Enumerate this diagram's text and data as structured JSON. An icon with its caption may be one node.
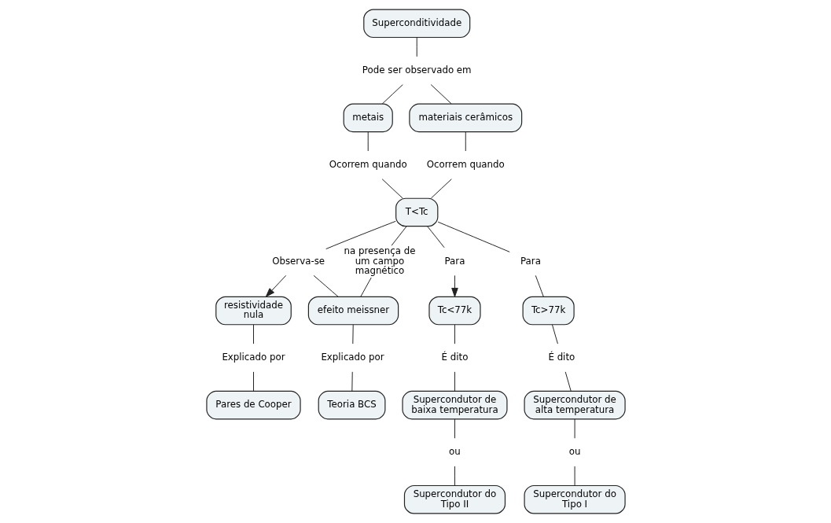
{
  "diagram": {
    "nodes": [
      {
        "text": [
          "Superconditividade"
        ]
      },
      {
        "text": [
          "Pode ser observado em"
        ]
      },
      {
        "text": [
          "metais"
        ]
      },
      {
        "text": [
          "materiais cerâmicos"
        ]
      },
      {
        "text": [
          "Ocorrem quando"
        ]
      },
      {
        "text": [
          "Ocorrem quando"
        ]
      },
      {
        "text": [
          "resistividade nula"
        ]
      },
      {
        "text": [
          "Observa-se"
        ]
      },
      {
        "text": [
          "T<Tc"
        ]
      },
      {
        "text": [
          "Para"
        ]
      },
      {
        "text": [
          "Tc<77k"
        ]
      },
      {
        "text": [
          "na presença de um campo magnético"
        ]
      },
      {
        "text": [
          "Para"
        ]
      },
      {
        "text": [
          "Tc>77k"
        ]
      },
      {
        "text": [
          "Explicado por"
        ]
      },
      {
        "text": [
          "É dito"
        ]
      },
      {
        "text": [
          "efeito meissner"
        ]
      },
      {
        "text": [
          "É dito"
        ]
      },
      {
        "text": [
          "Supercondutor de alta temperatura"
        ]
      },
      {
        "text": [
          "Supercondutor de baixa temperatura"
        ]
      },
      {
        "text": [
          "Explicado por"
        ]
      },
      {
        "text": [
          "ou"
        ]
      },
      {
        "text": [
          "ou"
        ]
      },
      {
        "text": [
          "Pares de Cooper"
        ]
      },
      {
        "text": [
          "Teoria BCS"
        ]
      },
      {
        "text": [
          "Supercondutor do Tipo I"
        ]
      },
      {
        "text": [
          "Supercondutor do Tipo II"
        ]
      }
    ],
    "edges": [
      {
        "from": 0,
        "to": 1,
        "arrow": "none"
      },
      {
        "from": 1,
        "to": 2,
        "arrow": "none"
      },
      {
        "from": 1,
        "to": 3,
        "arrow": "none"
      },
      {
        "from": 2,
        "to": 4,
        "arrow": "none"
      },
      {
        "from": 3,
        "to": 5,
        "arrow": "none"
      },
      {
        "from": 4,
        "to": 8,
        "arrow": "none"
      },
      {
        "from": 5,
        "to": 8,
        "arrow": "none"
      },
      {
        "from": 8,
        "to": 7,
        "arrow": "none"
      },
      {
        "from": 7,
        "to": 6,
        "arrow": "to"
      },
      {
        "from": 7,
        "to": 16,
        "arrow": "none"
      },
      {
        "from": 8,
        "to": 9,
        "arrow": "none"
      },
      {
        "from": 9,
        "to": 10,
        "arrow": "to"
      },
      {
        "from": 8,
        "to": 11,
        "arrow": "none"
      },
      {
        "from": 11,
        "to": 16,
        "arrow": "none"
      },
      {
        "from": 8,
        "to": 12,
        "arrow": "none"
      },
      {
        "from": 12,
        "to": 13,
        "arrow": "none"
      },
      {
        "from": 13,
        "to": 17,
        "arrow": "none"
      },
      {
        "from": 17,
        "to": 18,
        "arrow": "none"
      },
      {
        "from": 10,
        "to": 15,
        "arrow": "none"
      },
      {
        "from": 15,
        "to": 19,
        "arrow": "none"
      },
      {
        "from": 6,
        "to": 14,
        "arrow": "none"
      },
      {
        "from": 14,
        "to": 23,
        "arrow": "none"
      },
      {
        "from": 16,
        "to": 20,
        "arrow": "none"
      },
      {
        "from": 20,
        "to": 24,
        "arrow": "none"
      },
      {
        "from": 18,
        "to": 21,
        "arrow": "none"
      },
      {
        "from": 21,
        "to": 25,
        "arrow": "none"
      },
      {
        "from": 19,
        "to": 22,
        "arrow": "none"
      },
      {
        "from": 22,
        "to": 26,
        "arrow": "none"
      }
    ]
  }
}
